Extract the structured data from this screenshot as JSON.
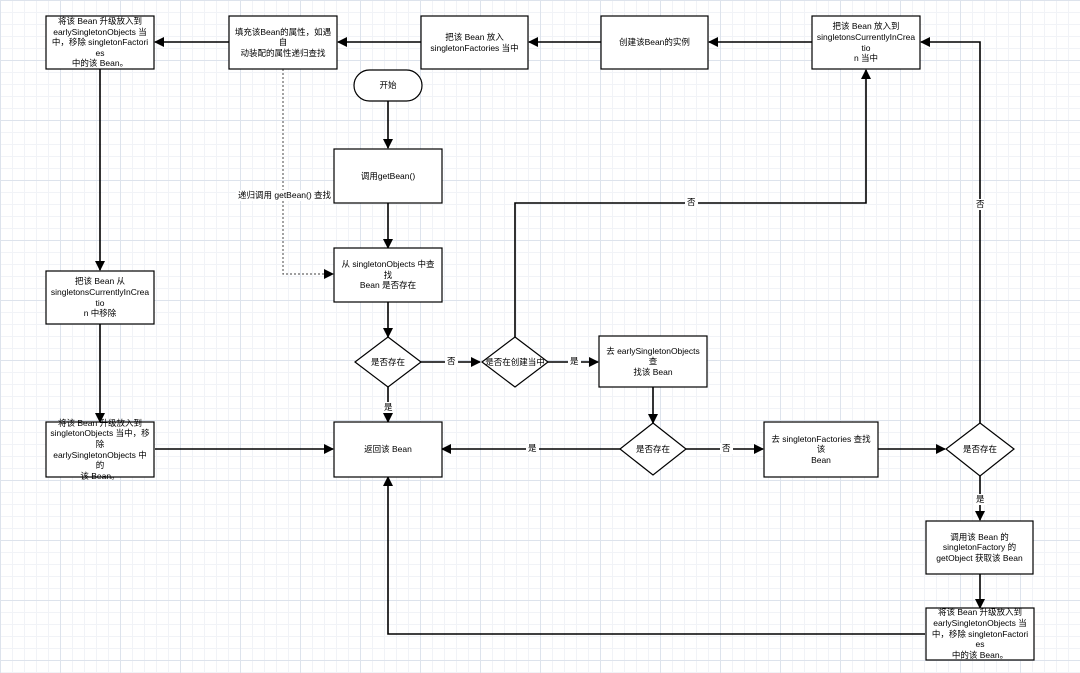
{
  "nodes": {
    "start": "开始",
    "getbean": "调用getBean()",
    "find_singleton": "从 singletonObjects 中查找\nBean 是否存在",
    "exists1": "是否存在",
    "in_creation": "是否在创建当中",
    "find_early": "去 earlySingletonObjects 查\n找该 Bean",
    "exists2": "是否存在",
    "find_factories": "去 singletonFactories 查找该\nBean",
    "exists3": "是否存在",
    "call_factory": "调用该 Bean 的\nsingletonFactory 的\ngetObject 获取该 Bean",
    "upgrade_bottom": "将该 Bean 升级放入到\nearlySingletonObjects 当\n中，移除 singletonFactories\n中的该 Bean。",
    "return_bean": "返回该 Bean",
    "put_in_creation": "把该 Bean 放入到\nsingletonsCurrentlyInCreatio\nn 当中",
    "create_instance": "创建该Bean的实例",
    "put_factories": "把该 Bean 放入\nsingletonFactories 当中",
    "populate": "填充该Bean的属性，如遇自\n动装配的属性递归查找",
    "upgrade_top": "将该 Bean 升级放入到\nearlySingletonObjects 当\n中，移除 singletonFactories\n中的该 Bean。",
    "remove_in_creation": "把该 Bean 从\nsingletonsCurrentlyInCreatio\nn 中移除",
    "upgrade_singleton": "将该 Bean 升级放入到\nsingletonObjects 当中，移除\nearlySingletonObjects 中的\n该 Bean。"
  },
  "edge_labels": {
    "recursive": "递归调用 getBean() 查找",
    "no_exists1": "否",
    "yes_exists1": "是",
    "yes_in_creation": "是",
    "no_in_creation": "否",
    "yes_exists2": "是",
    "no_exists2": "否",
    "no_exists3": "否",
    "yes_exists3": "是"
  }
}
